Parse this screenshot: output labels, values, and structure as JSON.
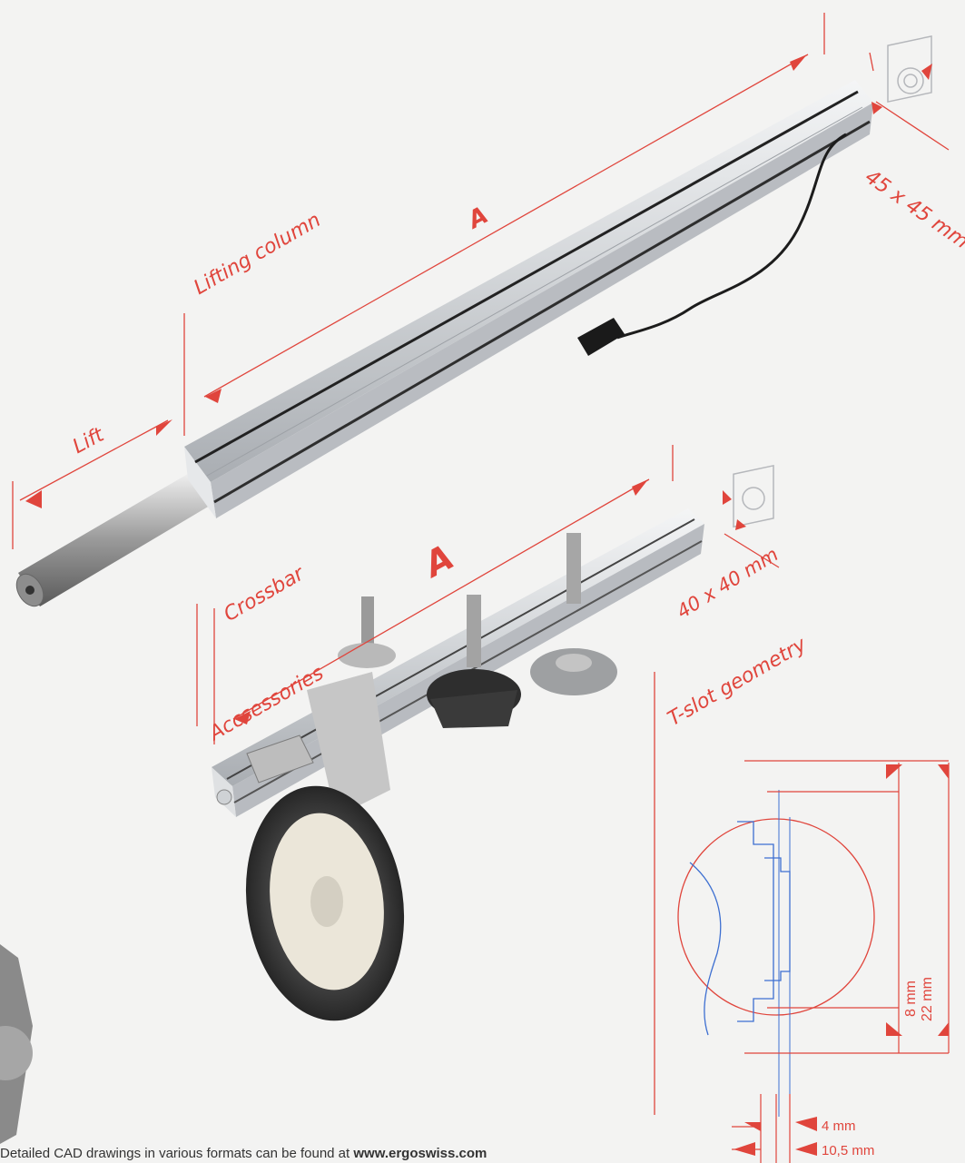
{
  "labels": {
    "lift": "Lift",
    "lifting_column": "Lifting column",
    "dim_a_top": "A",
    "dim_a_crossbar": "A",
    "size_45": "45 x 45 mm",
    "crossbar": "Crossbar",
    "size_40": "40 x 40 mm",
    "accessories": "Accsessories",
    "tslot": "T-slot geometry"
  },
  "tslot_dims": {
    "d8": "8 mm",
    "d22": "22 mm",
    "d4": "4 mm",
    "d10": "10,5 mm"
  },
  "footer": {
    "text": "Detailed CAD drawings in various formats can be found at ",
    "link": "www.ergoswiss.com"
  },
  "colors": {
    "accent": "#e0453c",
    "tslot_blue": "#3d6fd1",
    "aluminium": "#c9ccd0",
    "background": "#f3f3f2"
  }
}
